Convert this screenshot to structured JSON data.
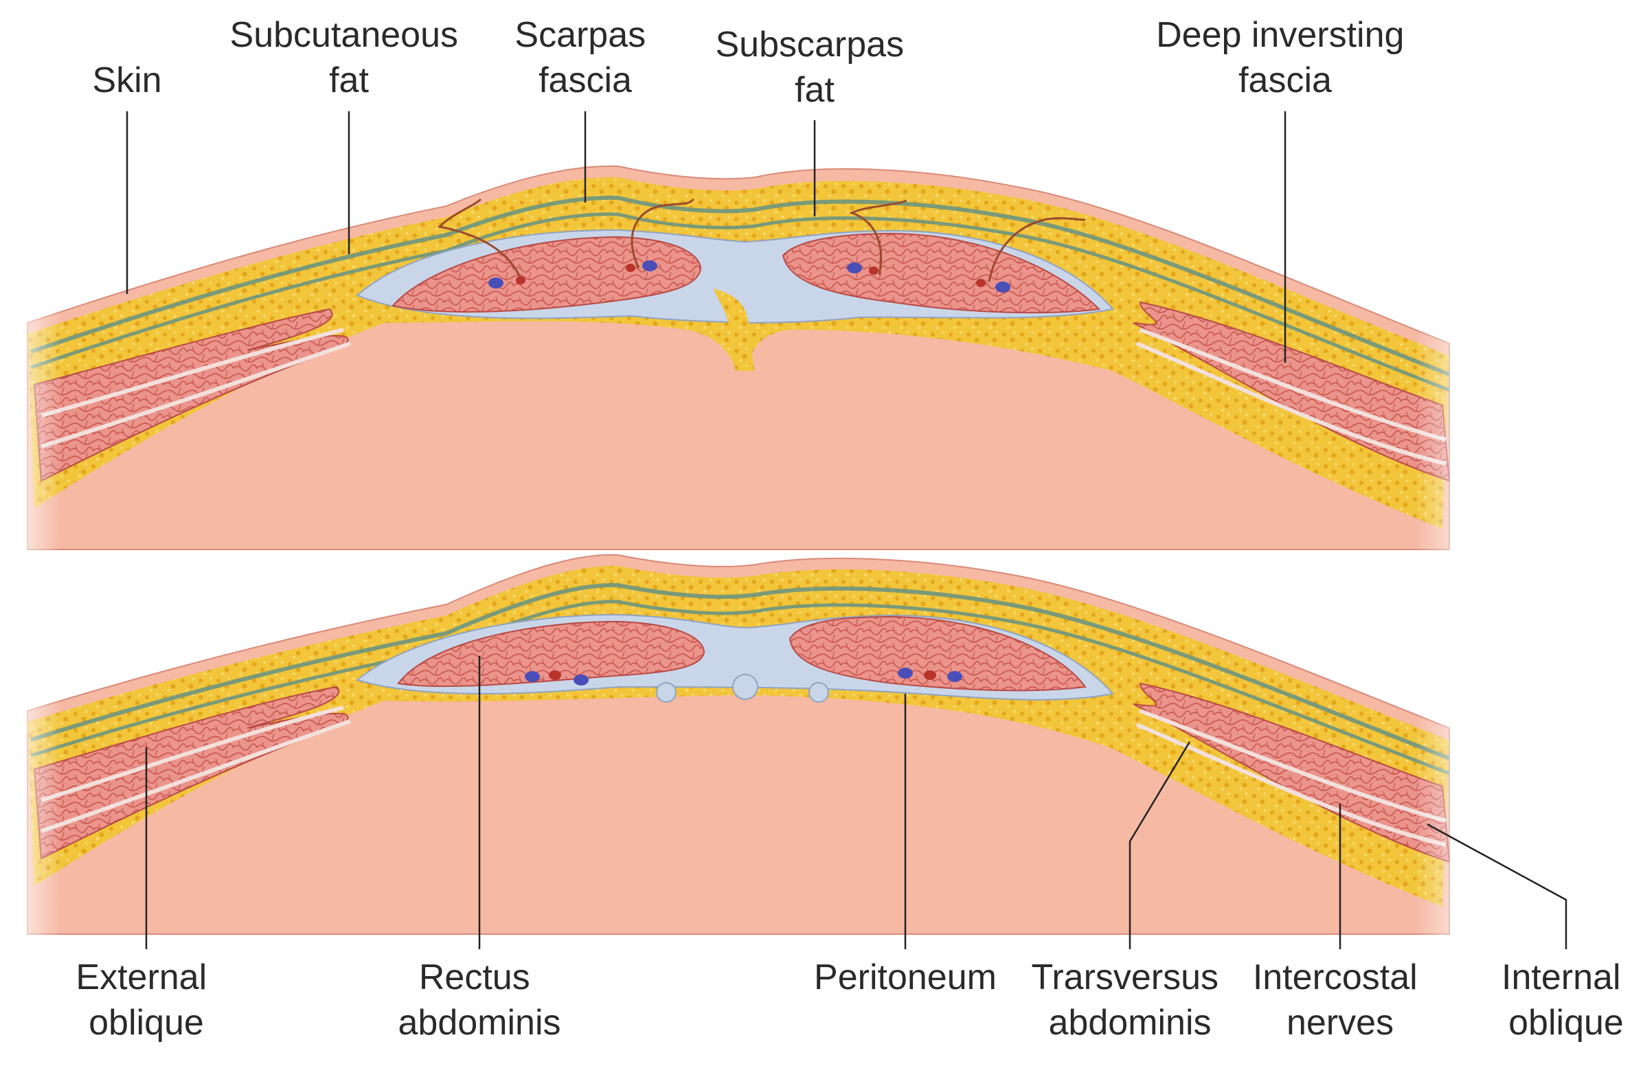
{
  "labels": {
    "skin": [
      "Skin"
    ],
    "subcutaneous_fat": [
      "Subcutaneous",
      "fat"
    ],
    "scarpas_fascia": [
      "Scarpas",
      "fascia"
    ],
    "subscarpas_fat": [
      "Subscarpas",
      "fat"
    ],
    "deep_investing_fascia": [
      "Deep inversting",
      "fascia"
    ],
    "external_oblique": [
      "External",
      "oblique"
    ],
    "rectus_abdominis": [
      "Rectus",
      "abdominis"
    ],
    "peritoneum": [
      "Peritoneum"
    ],
    "transversus_abdominis": [
      "Trarsversus",
      "abdominis"
    ],
    "intercostal_nerves": [
      "Intercostal",
      "nerves"
    ],
    "internal_oblique": [
      "Internal",
      "oblique"
    ]
  },
  "colors": {
    "skin": "#f6b9a4",
    "fat": "#f2c53a",
    "fat_lobule": "#e7a91e",
    "scarpa_fascia": "#7a9a78",
    "aponeurosis": "#c9d6ea",
    "muscle": "#e98f86",
    "muscle_texture": "#c9564f",
    "vein": "#4a4fb8",
    "artery": "#b8332a",
    "nerve": "#9a4a2c"
  }
}
